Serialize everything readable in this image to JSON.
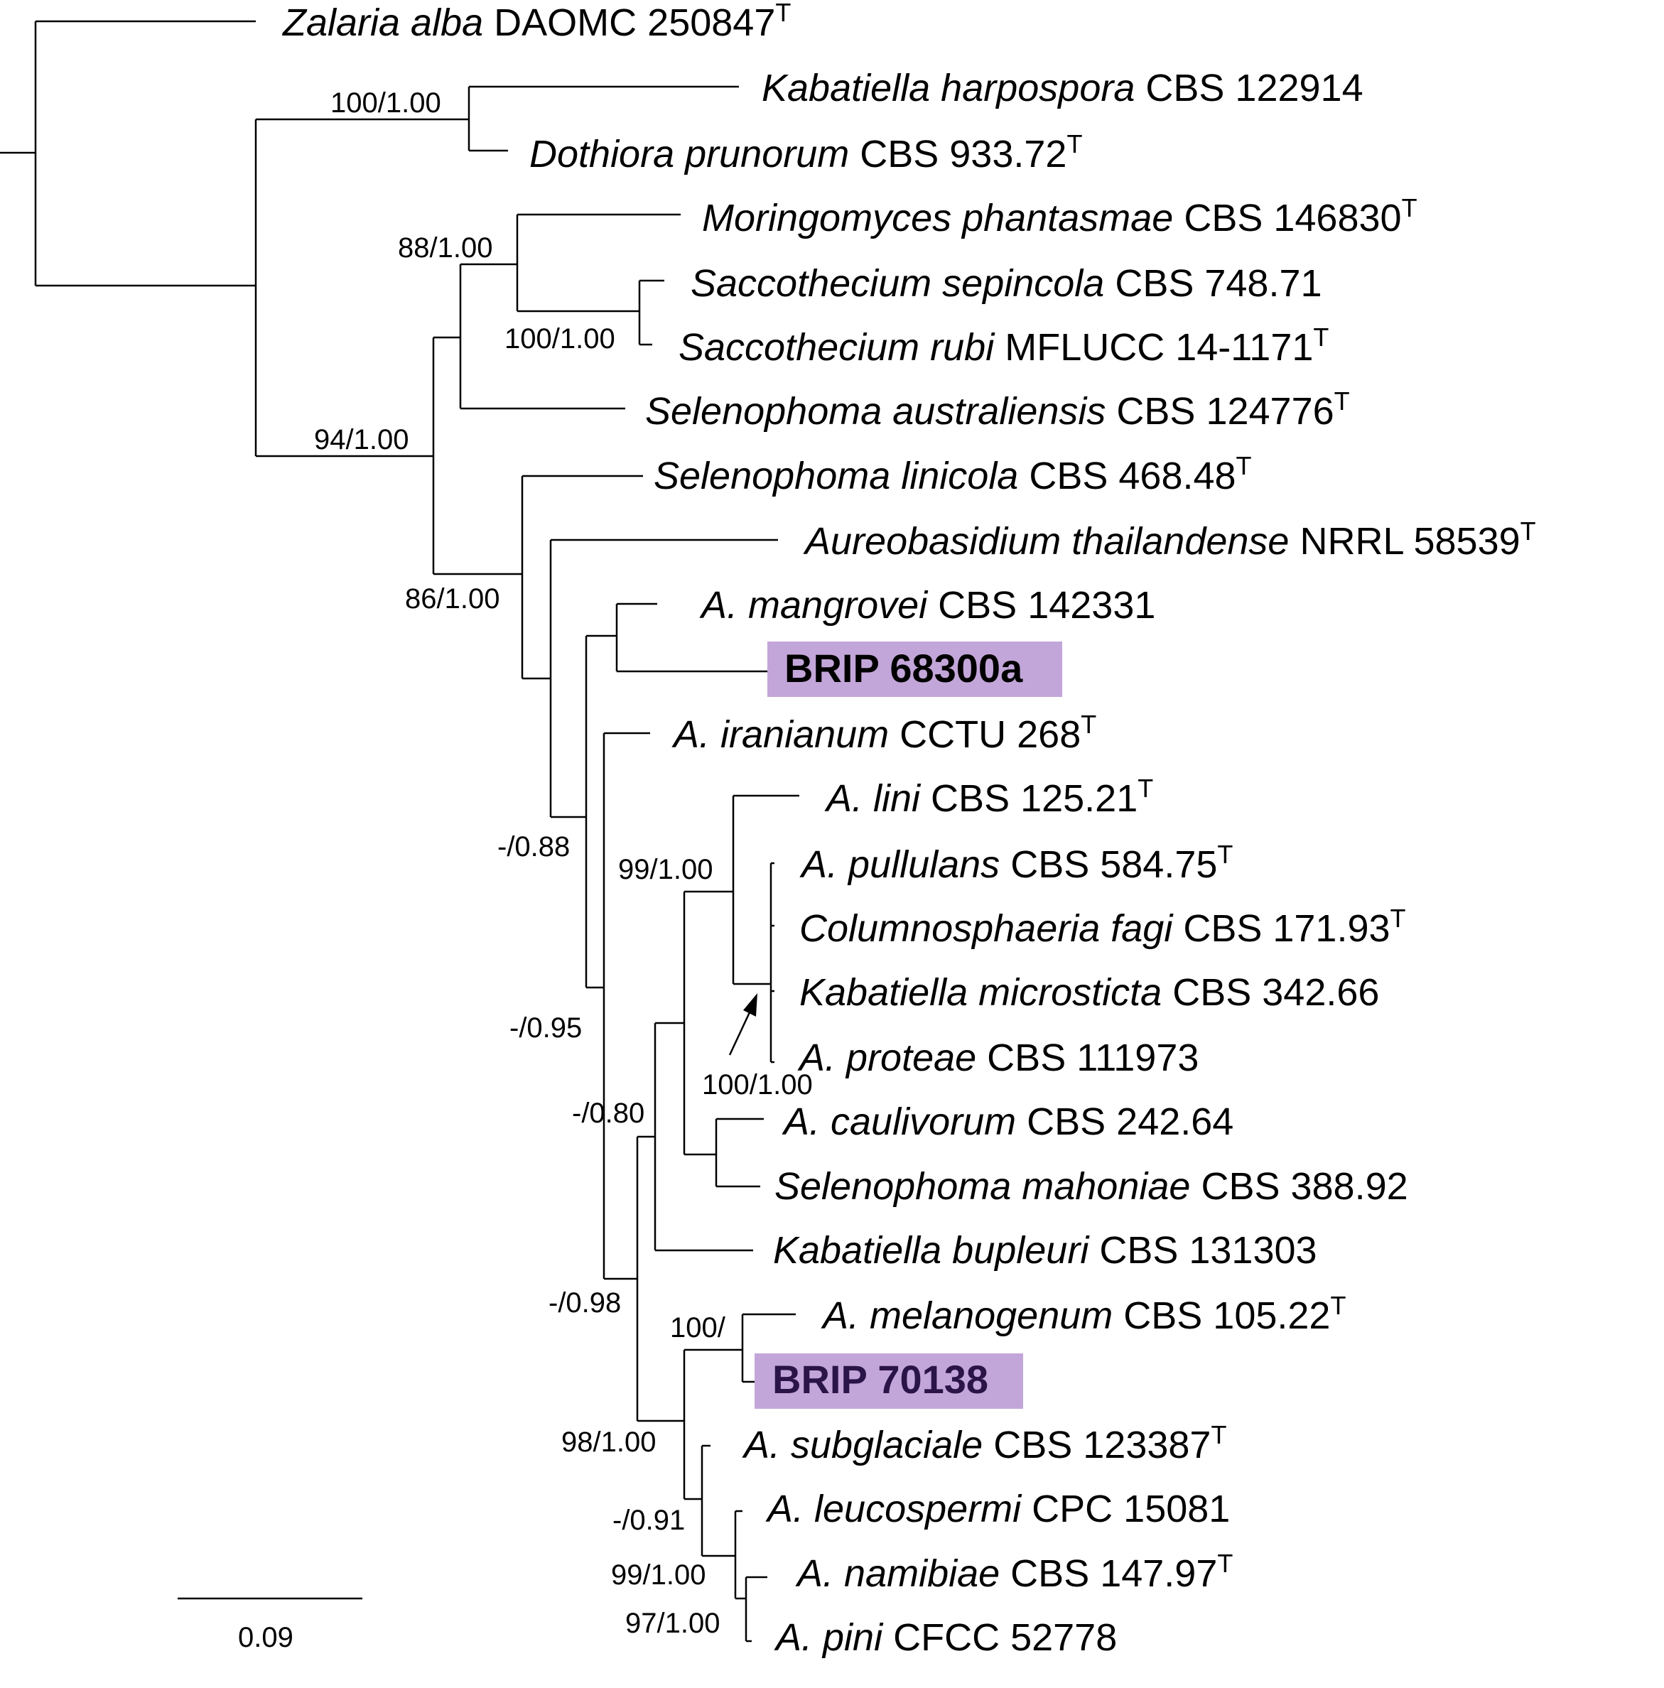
{
  "taxa": [
    {
      "id": "t1",
      "italic": "Zalaria alba",
      "rest": " DAOMC 250847",
      "type": true
    },
    {
      "id": "t2",
      "italic": "Kabatiella harpospora",
      "rest": " CBS 122914",
      "type": false
    },
    {
      "id": "t3",
      "italic": "Dothiora prunorum",
      "rest": " CBS 933.72",
      "type": true
    },
    {
      "id": "t4",
      "italic": "Moringomyces phantasmae",
      "rest": " CBS 146830",
      "type": true
    },
    {
      "id": "t5",
      "italic": "Saccothecium sepincola",
      "rest": " CBS 748.71",
      "type": false
    },
    {
      "id": "t6",
      "italic": "Saccothecium rubi",
      "rest": " MFLUCC 14-1171",
      "type": true
    },
    {
      "id": "t7",
      "italic": "Selenophoma australiensis",
      "rest": " CBS 124776",
      "type": true
    },
    {
      "id": "t8",
      "italic": "Selenophoma linicola",
      "rest": " CBS 468.48",
      "type": true
    },
    {
      "id": "t9",
      "italic": "Aureobasidium thailandense",
      "rest": " NRRL 58539",
      "type": true
    },
    {
      "id": "t10",
      "italic": "A. mangrovei",
      "rest": " CBS 142331",
      "type": false
    },
    {
      "id": "t11",
      "highlight": "BRIP 68300a"
    },
    {
      "id": "t12",
      "italic": "A. iranianum",
      "rest": " CCTU 268",
      "type": true
    },
    {
      "id": "t13",
      "italic": "A. lini",
      "rest": " CBS 125.21",
      "type": true
    },
    {
      "id": "t14",
      "italic": "A. pullulans",
      "rest": " CBS 584.75",
      "type": true
    },
    {
      "id": "t15",
      "italic": "Columnosphaeria fagi",
      "rest": " CBS 171.93",
      "type": true
    },
    {
      "id": "t16",
      "italic": "Kabatiella microsticta",
      "rest": " CBS 342.66",
      "type": false
    },
    {
      "id": "t17",
      "italic": "A. proteae",
      "rest": " CBS 111973",
      "type": false
    },
    {
      "id": "t18",
      "italic": "A. caulivorum",
      "rest": " CBS 242.64",
      "type": false
    },
    {
      "id": "t19",
      "italic": "Selenophoma mahoniae",
      "rest": " CBS 388.92",
      "type": false
    },
    {
      "id": "t20",
      "italic": "Kabatiella bupleuri",
      "rest": " CBS 131303",
      "type": false
    },
    {
      "id": "t21",
      "italic": "A. melanogenum",
      "rest": " CBS 105.22",
      "type": true
    },
    {
      "id": "t22",
      "highlight": "BRIP 70138"
    },
    {
      "id": "t23",
      "italic": "A. subglaciale",
      "rest": " CBS 123387",
      "type": true
    },
    {
      "id": "t24",
      "italic": "A. leucospermi",
      "rest": " CPC 15081",
      "type": false
    },
    {
      "id": "t25",
      "italic": "A. namibiae",
      "rest": " CBS 147.97",
      "type": true
    },
    {
      "id": "t26",
      "italic": "A. pini",
      "rest": " CFCC 52778",
      "type": false
    }
  ],
  "type_marker": "T",
  "support_values": [
    "100/1.00",
    "88/1.00",
    "100/1.00",
    "94/1.00",
    "86/1.00",
    "-/0.88",
    "99/1.00",
    "-/0.95",
    "100/1.00",
    "-/0.80",
    "-/0.98",
    "100/",
    "98/1.00",
    "-/0.91",
    "99/1.00",
    "97/1.00"
  ],
  "highlights": {
    "color": "#c3a6d9",
    "text_color_1": "#000000",
    "text_color_2": "#2a1448"
  },
  "scale_bar": {
    "label": "0.09"
  }
}
